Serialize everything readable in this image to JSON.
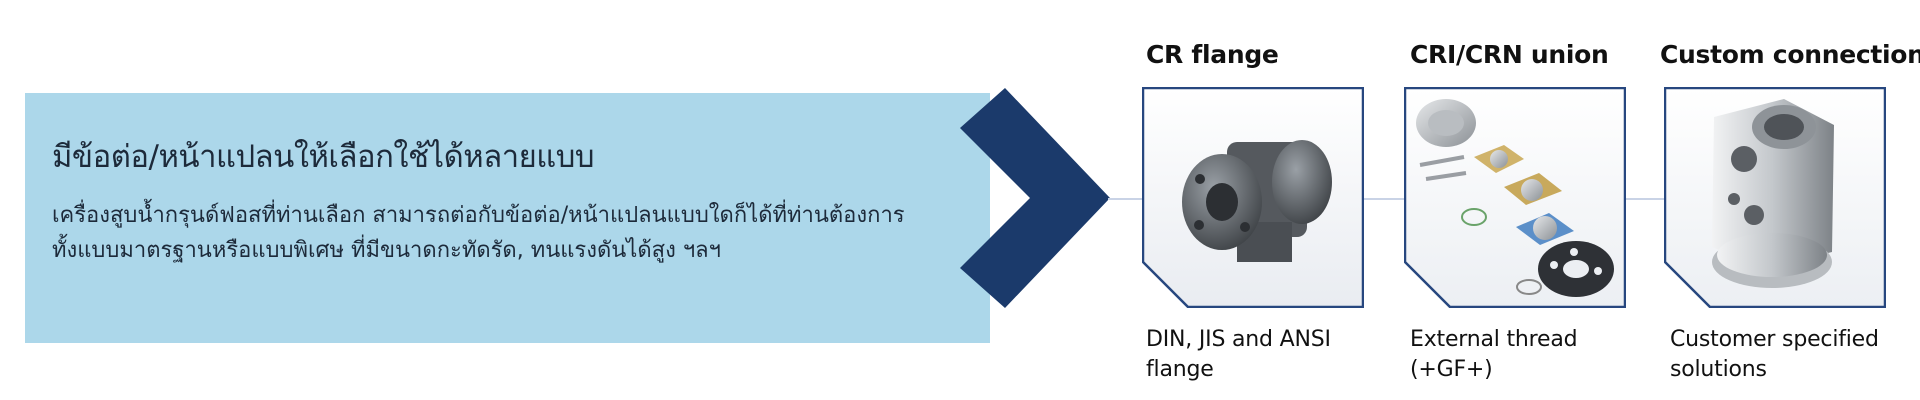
{
  "intro": {
    "title": "มีข้อต่อ/หน้าแปลนให้เลือกใช้ได้หลายแบบ",
    "body_lines": [
      "เครื่องสูบน้ำกรุนด์ฟอสที่ท่านเลือก สามารถต่อกับข้อต่อ/หน้าแปลนแบบใดก็ได้ที่ท่านต้องการ",
      "ทั้งแบบมาตรฐานหรือแบบพิเศษ ที่มีขนาดกะทัดรัด, ทนแรงดันได้สูง ฯลฯ"
    ]
  },
  "options": [
    {
      "title": "CR flange",
      "caption_lines": [
        "DIN, JIS and ANSI",
        "flange"
      ],
      "image": "cast-iron-flange-photo"
    },
    {
      "title": "CRI/CRN union",
      "caption_lines": [
        "External thread",
        "(+GF+)"
      ],
      "image": "union-fittings-parts-photo"
    },
    {
      "title": "Custom connection",
      "caption_lines": [
        "Customer specified",
        "solutions"
      ],
      "image": "steel-block-connection-photo"
    }
  ],
  "colors": {
    "panel": "#acd7ea",
    "chevron": "#1b3a6b",
    "card_border": "#27477f",
    "connector": "#c9d3e6"
  }
}
